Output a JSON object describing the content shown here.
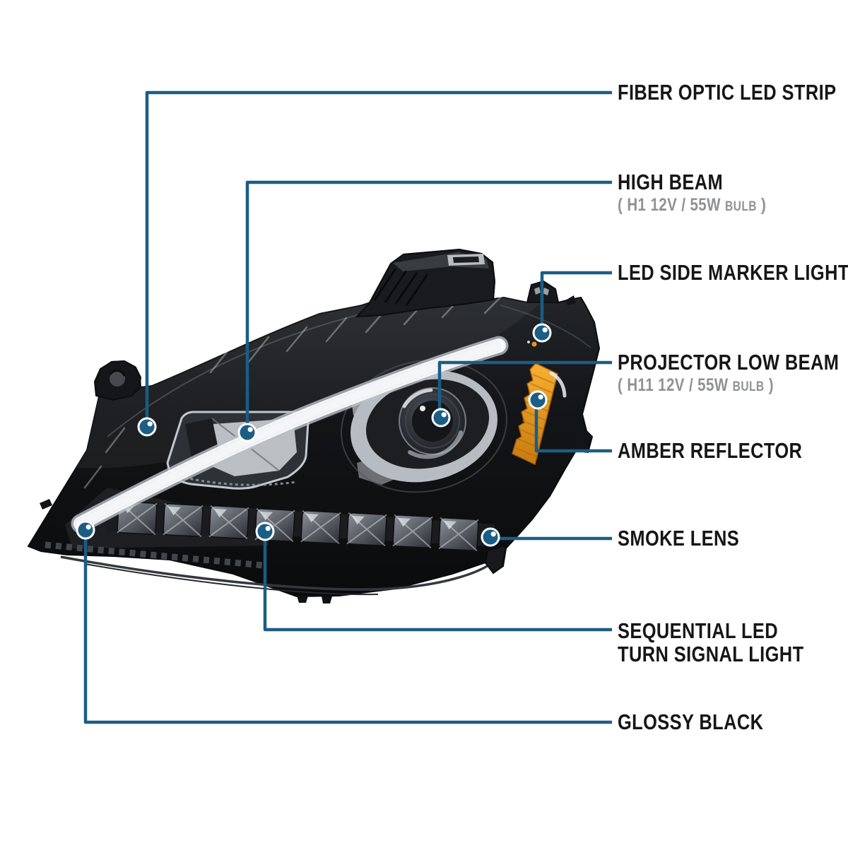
{
  "diagram": {
    "subject": "Projector headlight feature callout diagram",
    "colors": {
      "background": "#ffffff",
      "callout": "#1b5d85",
      "label_text": "#161616",
      "spec_text": "#8f9193",
      "amber": "#ef9c1e"
    },
    "callouts": [
      {
        "id": "fiber-optic-led-strip",
        "label": "FIBER OPTIC LED STRIP"
      },
      {
        "id": "high-beam",
        "label": "HIGH BEAM",
        "spec": "( H1 12V / 55W",
        "spec_small": "BULB",
        "spec_end": ")"
      },
      {
        "id": "led-side-marker-light",
        "label": "LED SIDE MARKER LIGHT"
      },
      {
        "id": "projector-low-beam",
        "label": "PROJECTOR LOW BEAM",
        "spec": "( H11 12V / 55W",
        "spec_small": "BULB",
        "spec_end": ")"
      },
      {
        "id": "amber-reflector",
        "label": "AMBER REFLECTOR"
      },
      {
        "id": "smoke-lens",
        "label": "SMOKE LENS"
      },
      {
        "id": "sequential-led-turn-signal-light",
        "label": "SEQUENTIAL LED",
        "label2": "TURN SIGNAL LIGHT"
      },
      {
        "id": "glossy-black",
        "label": "GLOSSY BLACK"
      }
    ]
  }
}
